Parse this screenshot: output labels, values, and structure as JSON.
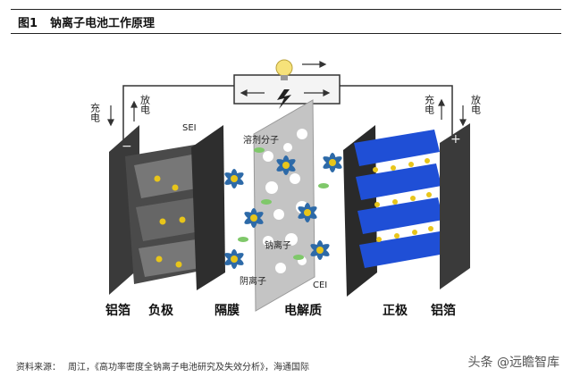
{
  "figure": {
    "number": "图1",
    "title": "钠离子电池工作原理"
  },
  "labels": {
    "charge_left": "充电",
    "discharge_left": "放电",
    "charge_right": "充电",
    "discharge_right": "放电",
    "sei": "SEI",
    "solvent": "溶剂分子",
    "sodium_ion": "钠离子",
    "anion": "阴离子",
    "cei": "CEI",
    "minus": "−",
    "plus": "+"
  },
  "bottom_labels": {
    "aluminum_left": "铝箔",
    "anode": "负极",
    "separator": "隔膜",
    "electrolyte": "电解质",
    "cathode": "正极",
    "aluminum_right": "铝箔"
  },
  "source": {
    "prefix": "资料来源：",
    "text": "周江，《高功率密度全钠离子电池研究及失效分析》，海通国际"
  },
  "watermark": "头条 @远瞻智库",
  "colors": {
    "foil": "#3a3a3a",
    "separator": "#b8b8b8",
    "cathode": "#1f4fd6",
    "sodium": "#e8c51a",
    "solvent": "#2d6aa8",
    "anion": "#7fc86a"
  }
}
